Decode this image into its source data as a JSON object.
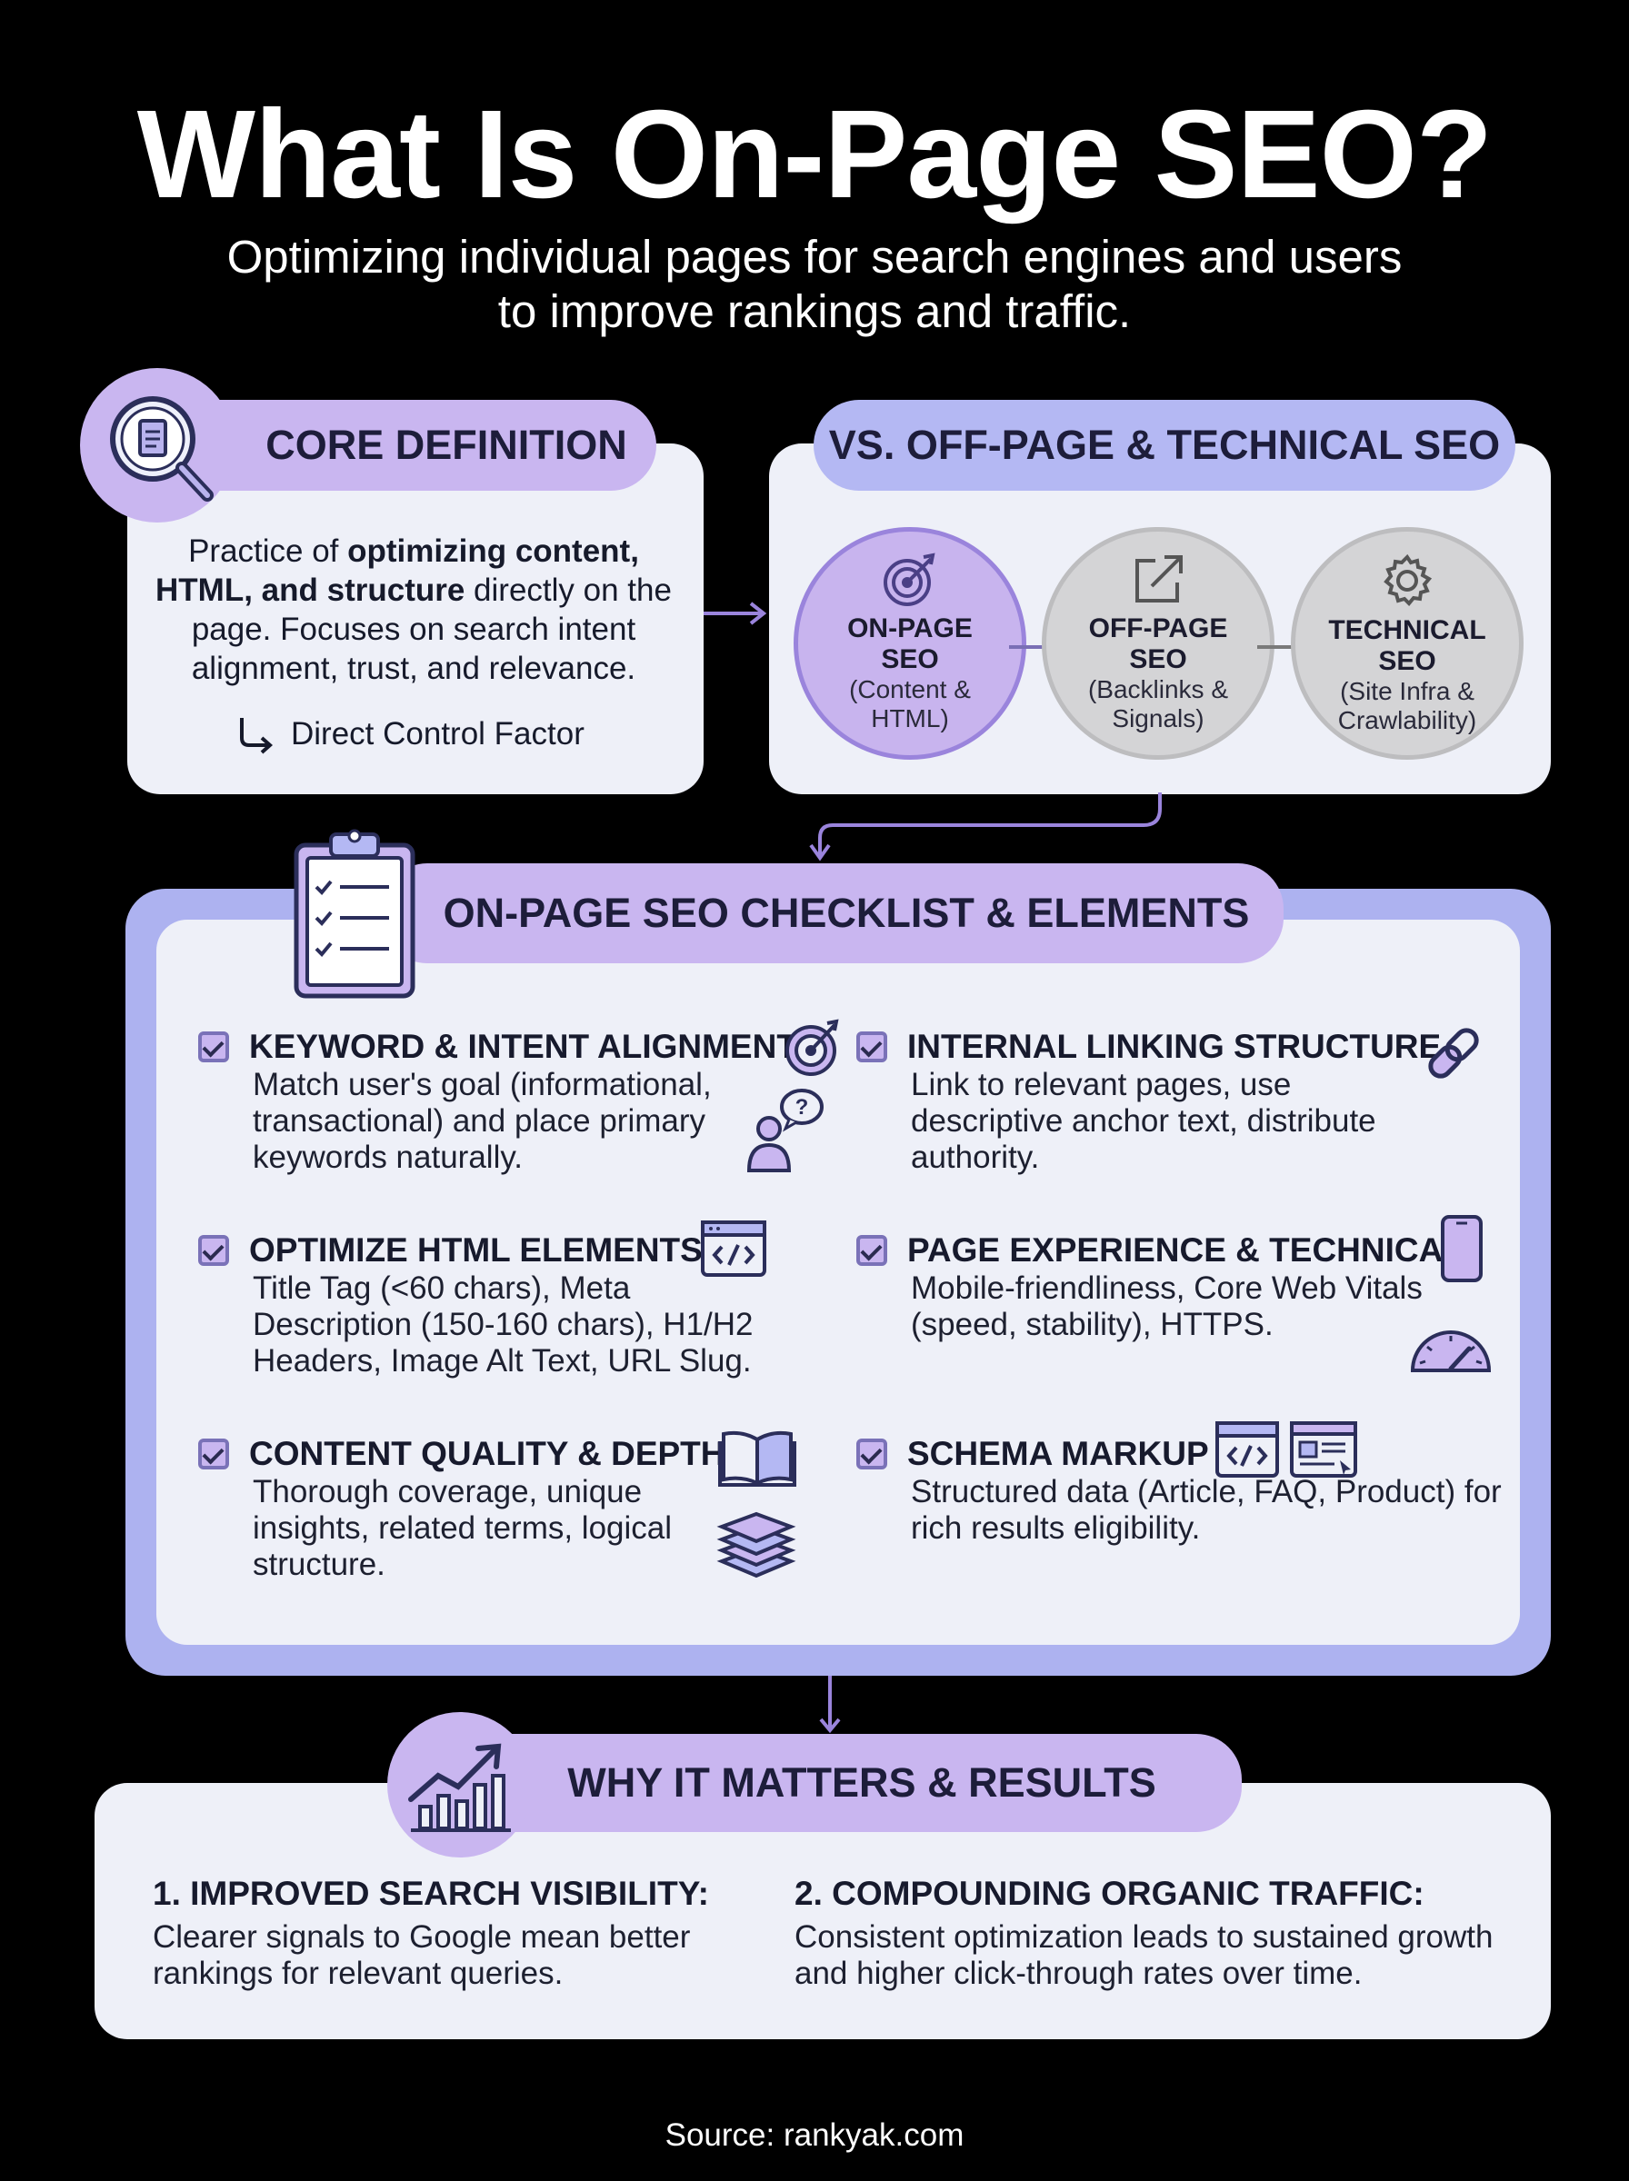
{
  "header": {
    "title": "What Is On-Page SEO?",
    "subtitle_line1": "Optimizing individual pages for search engines and users",
    "subtitle_line2": "to improve rankings and traffic."
  },
  "core_definition": {
    "title": "CORE DEFINITION",
    "text_part1": "Practice of ",
    "text_bold1": "optimizing content, HTML, and structure",
    "text_part2": " directly on the page. Focuses on search intent alignment, trust, and relevance.",
    "direct_control": "Direct Control Factor",
    "icon": "magnifier-document-icon"
  },
  "comparison": {
    "title": "VS. OFF-PAGE & TECHNICAL SEO",
    "circles": [
      {
        "title": "ON-PAGE SEO",
        "subtitle": "(Content & HTML)",
        "icon": "target-icon"
      },
      {
        "title": "OFF-PAGE SEO",
        "subtitle": "(Backlinks & Signals)",
        "icon": "external-link-icon"
      },
      {
        "title": "TECHNICAL SEO",
        "subtitle": "(Site Infra & Crawlability)",
        "icon": "gear-icon"
      }
    ]
  },
  "checklist": {
    "title": "ON-PAGE SEO CHECKLIST & ELEMENTS",
    "icon": "clipboard-checklist-icon",
    "items": [
      {
        "heading": "KEYWORD & INTENT ALIGNMENT",
        "description": "Match user's goal (informational, transactional) and place primary keywords naturally.",
        "icons": [
          "target-icon",
          "user-question-icon"
        ]
      },
      {
        "heading": "INTERNAL LINKING STRUCTURE",
        "description": "Link to relevant pages, use descriptive anchor text, distribute authority.",
        "icons": [
          "chain-link-icon"
        ]
      },
      {
        "heading": "OPTIMIZE HTML ELEMENTS",
        "description": "Title Tag (<60 chars), Meta Description (150-160 chars), H1/H2 Headers, Image Alt Text, URL Slug.",
        "icons": [
          "code-window-icon"
        ]
      },
      {
        "heading": "PAGE EXPERIENCE & TECHNICAL",
        "description": "Mobile-friendliness, Core Web Vitals (speed, stability), HTTPS.",
        "icons": [
          "mobile-phone-icon",
          "speedometer-icon"
        ]
      },
      {
        "heading": "CONTENT QUALITY & DEPTH",
        "description": "Thorough coverage, unique insights, related terms, logical structure.",
        "icons": [
          "open-book-icon",
          "layers-icon"
        ]
      },
      {
        "heading": "SCHEMA MARKUP",
        "description": "Structured data (Article, FAQ, Product) for rich results eligibility.",
        "icons": [
          "code-window-icon",
          "rich-result-icon"
        ]
      }
    ]
  },
  "why": {
    "title": "WHY IT MATTERS & RESULTS",
    "icon": "growth-chart-icon",
    "points": [
      {
        "heading": "1. IMPROVED SEARCH VISIBILITY:",
        "text": "Clearer signals to Google mean better rankings for relevant queries."
      },
      {
        "heading": "2. COMPOUNDING ORGANIC TRAFFIC:",
        "text": "Consistent optimization leads to sustained growth and higher click-through rates over time."
      }
    ]
  },
  "footer": {
    "source": "Source: rankyak.com"
  },
  "colors": {
    "background": "#000000",
    "card": "#eef0f8",
    "lavender": "#c9b6f0",
    "periwinkle": "#b4b8f3",
    "gray_circle": "#d4d4d6"
  }
}
